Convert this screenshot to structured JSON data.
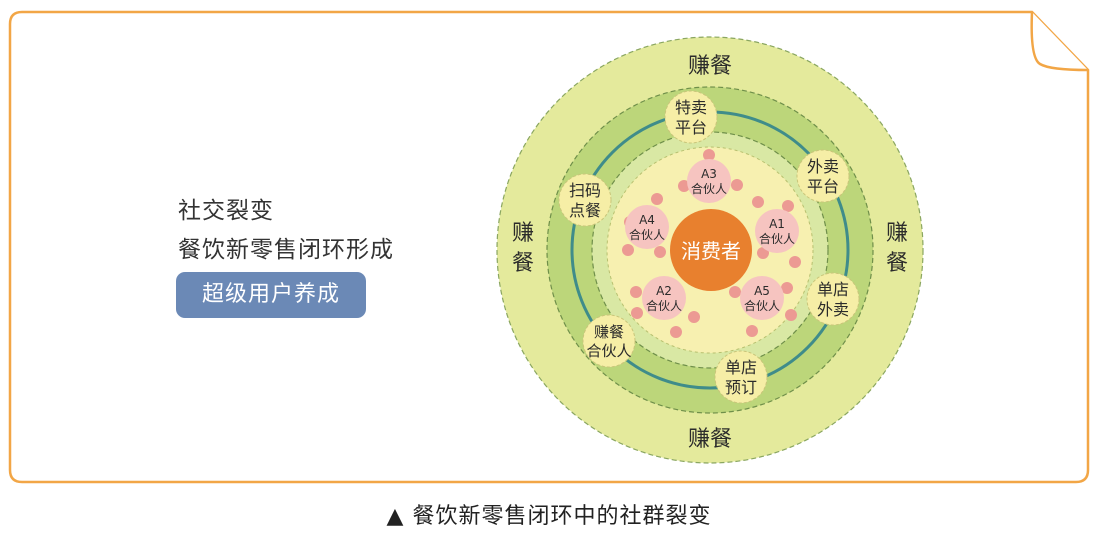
{
  "left_text": {
    "line1": "社交裂变",
    "line2": "餐饮新零售闭环形成",
    "badge": "超级用户养成"
  },
  "caption": "▲ 餐饮新零售闭环中的社群裂变",
  "diagram": {
    "outer_labels": {
      "top": "赚餐",
      "bottom": "赚餐",
      "left": [
        "赚",
        "餐"
      ],
      "right": [
        "赚",
        "餐"
      ]
    },
    "ring_nodes": [
      {
        "line1": "特卖",
        "line2": "平台"
      },
      {
        "line1": "外卖",
        "line2": "平台"
      },
      {
        "line1": "单店",
        "line2": "外卖"
      },
      {
        "line1": "单店",
        "line2": "预订"
      },
      {
        "line1": "赚餐",
        "line2": "合伙人"
      },
      {
        "line1": "扫码",
        "line2": "点餐"
      }
    ],
    "partners": [
      {
        "id": "A3",
        "label": "合伙人"
      },
      {
        "id": "A1",
        "label": "合伙人"
      },
      {
        "id": "A5",
        "label": "合伙人"
      },
      {
        "id": "A2",
        "label": "合伙人"
      },
      {
        "id": "A4",
        "label": "合伙人"
      }
    ],
    "center": "消费者"
  },
  "colors": {
    "frame": "#f2a646",
    "outer_ring": "#e4ea9c",
    "middle_ring": "#bcd67a",
    "inner_band": "#d9e8a4",
    "core": "#f7f0b0",
    "node": "#f6eea6",
    "partner": "#f6c4c0",
    "dot": "#ec9a93",
    "center": "#e8802e",
    "orbit": "#3f8c8a",
    "badge": "#6b89b6"
  }
}
